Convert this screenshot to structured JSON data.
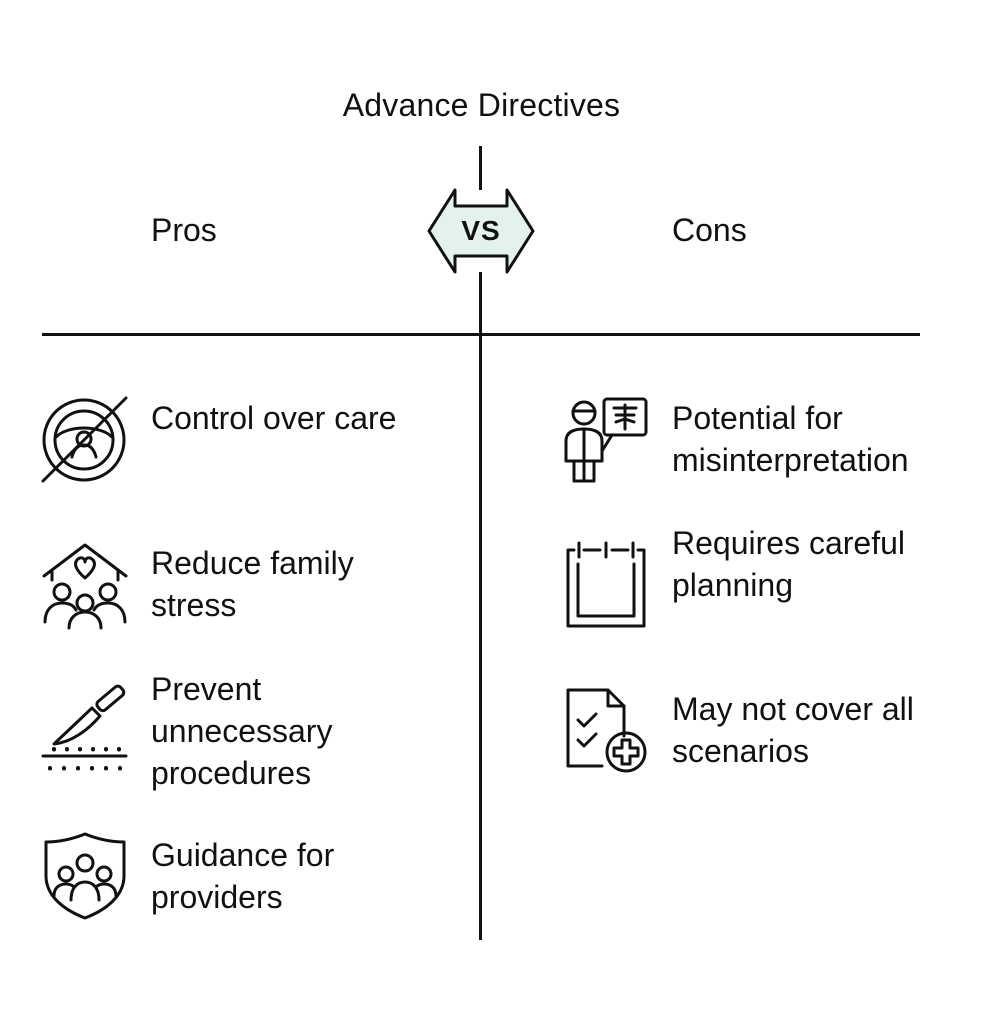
{
  "title": "Advance Directives",
  "vs_label": "VS",
  "pros": {
    "heading": "Pros",
    "items": [
      {
        "label": "Control over care",
        "icon": "steering-wheel-crossed-icon"
      },
      {
        "label": "Reduce family stress",
        "icon": "family-home-heart-icon"
      },
      {
        "label": "Prevent unnecessary procedures",
        "icon": "scalpel-icon"
      },
      {
        "label": "Guidance for providers",
        "icon": "shield-people-icon"
      }
    ]
  },
  "cons": {
    "heading": "Cons",
    "items": [
      {
        "label": "Potential for misinterpretation",
        "icon": "doctor-xray-icon"
      },
      {
        "label": "Requires careful planning",
        "icon": "calendar-icon"
      },
      {
        "label": "May not cover all scenarios",
        "icon": "document-medical-icon"
      }
    ]
  },
  "colors": {
    "ink": "#111111",
    "vs_fill": "#e3f3ec"
  }
}
